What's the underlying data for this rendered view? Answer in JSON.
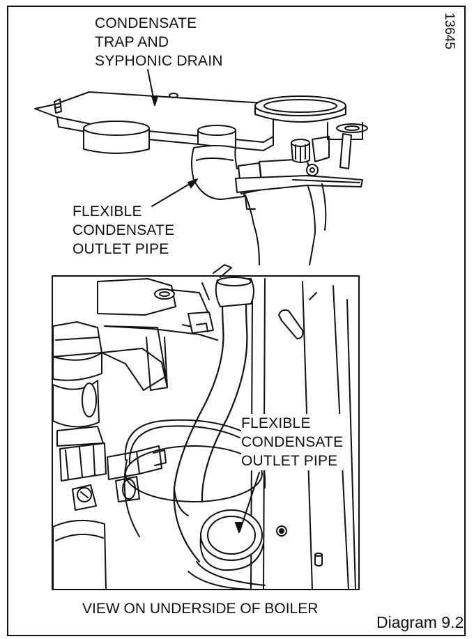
{
  "figure_ref": "13645",
  "top_view": {
    "trap_label": [
      "CONDENSATE",
      "TRAP AND",
      "SYPHONIC DRAIN"
    ],
    "pipe_label": [
      "FLEXIBLE",
      "CONDENSATE",
      "OUTLET PIPE"
    ]
  },
  "inset_view": {
    "pipe_label": [
      "FLEXIBLE",
      "CONDENSATE",
      "OUTLET PIPE"
    ],
    "caption": "VIEW ON UNDERSIDE OF BOILER"
  },
  "diagram_number": "Diagram 9.2"
}
